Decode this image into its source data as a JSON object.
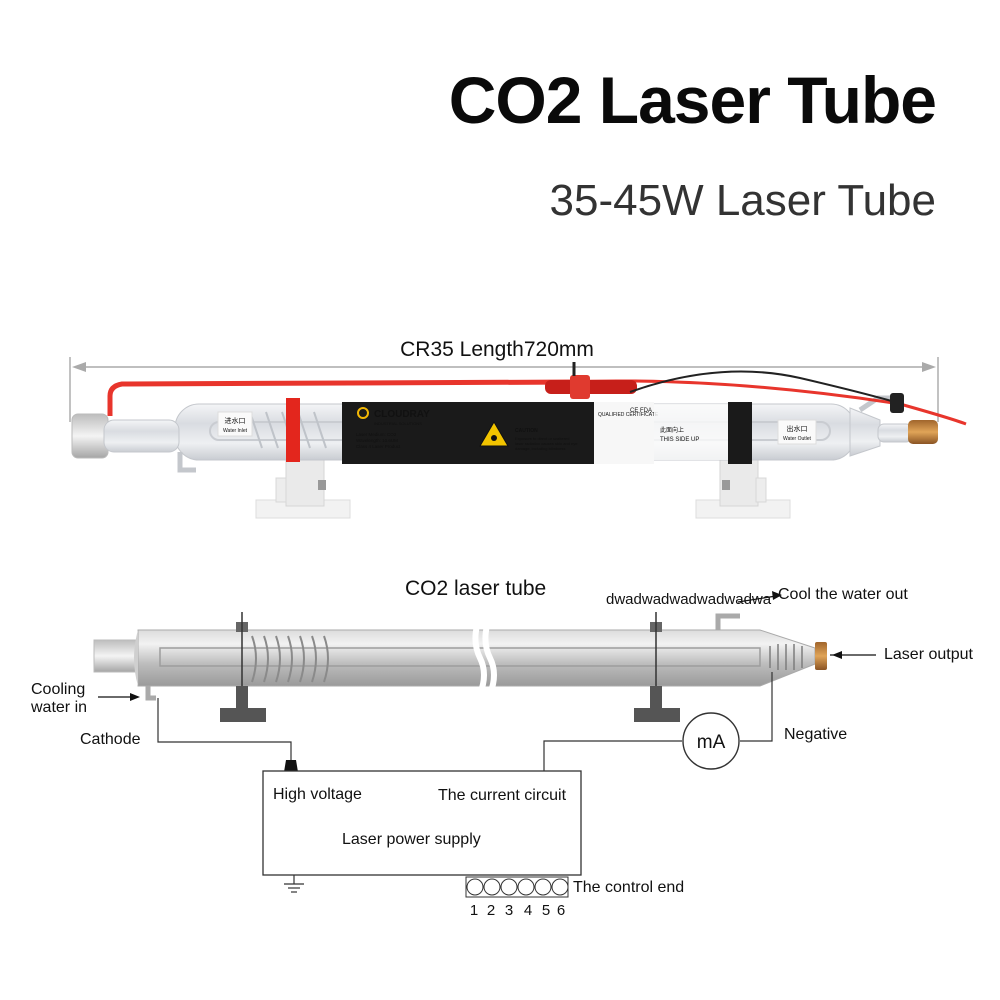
{
  "header": {
    "title": "CO2 Laser Tube",
    "subtitle": "35-45W Laser Tube"
  },
  "photo": {
    "length_label": "CR35 Length720mm",
    "brand": "CLOUDRAY",
    "brand_sub": "INDUSTRIAL SOLUTIONS",
    "spec_lines": [
      "Laser Medium: CO2",
      "Wavelength: 10.6UM",
      "Class 4 Laser Product"
    ],
    "caution_title": "CAUTION",
    "caution_lines": [
      "Exposure to direct or scattered",
      "laser radiation causes skin and eye",
      "damage, including blindness"
    ],
    "certificate": "QUALIFIED CERTIFICATE",
    "this_side_up": "THIS SIDE UP",
    "marks": "CE FDA",
    "water_inlet": "Water Inlet",
    "water_outlet": "Water Outlet",
    "water_inlet_cn": "进水口",
    "water_outlet_cn": "出水口",
    "side_up_cn": "此面向上"
  },
  "diagram": {
    "tube_label": "CO2 laser tube",
    "watermark": "dwadwadwadwadwadwa",
    "cool_water_out": "Cool the water out",
    "laser_output": "Laser output",
    "cooling_water_in_line1": "Cooling",
    "cooling_water_in_line2": "water in",
    "cathode": "Cathode",
    "negative": "Negative",
    "meter": "mA",
    "high_voltage": "High voltage",
    "current_circuit": "The current circuit",
    "power_supply": "Laser power supply",
    "control_end": "The control end",
    "terminals": [
      "1",
      "2",
      "3",
      "4",
      "5",
      "6"
    ]
  }
}
